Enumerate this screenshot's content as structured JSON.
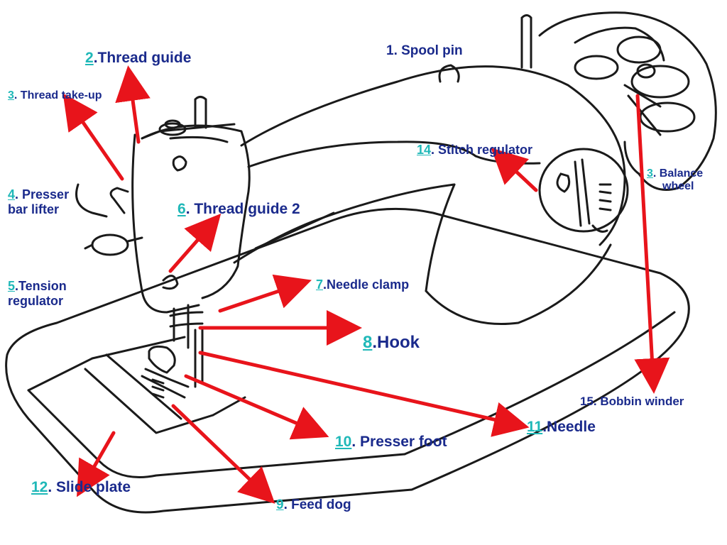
{
  "colors": {
    "label_text": "#1a2a8c",
    "label_number": "#1fb8b8",
    "arrow": "#e8141b",
    "ink": "#1a1a1a"
  },
  "labels": {
    "spool_pin": {
      "text": "1.  Spool pin"
    },
    "thread_guide": {
      "num": "2",
      "text": ".Thread guide"
    },
    "thread_takeup": {
      "num": "3",
      "text": ". Thread take-up"
    },
    "balance_wheel": {
      "num": "3",
      "line1": ". Balance",
      "line2": "wheel"
    },
    "presser_bar_lifter": {
      "num": "4",
      "line1": ". Presser",
      "line2": "bar lifter"
    },
    "tension_regulator": {
      "num": "5",
      "line1": ".Tension",
      "line2": "regulator"
    },
    "thread_guide_2": {
      "num": "6",
      "text": ". Thread guide 2"
    },
    "needle_clamp": {
      "num": "7",
      "text": ".Needle clamp"
    },
    "hook": {
      "num": "8",
      "text": ".Hook"
    },
    "feed_dog": {
      "num": "9",
      "text": ". Feed dog"
    },
    "presser_foot": {
      "num": "10",
      "text": ". Presser foot"
    },
    "needle": {
      "num": "11",
      "text": ".Needle"
    },
    "slide_plate": {
      "num": "12",
      "text": ". Slide plate"
    },
    "stitch_regulator": {
      "num": "14",
      "text": ".  Stitch regulator"
    },
    "bobbin_winder": {
      "text": "15. Bobbin winder"
    }
  }
}
